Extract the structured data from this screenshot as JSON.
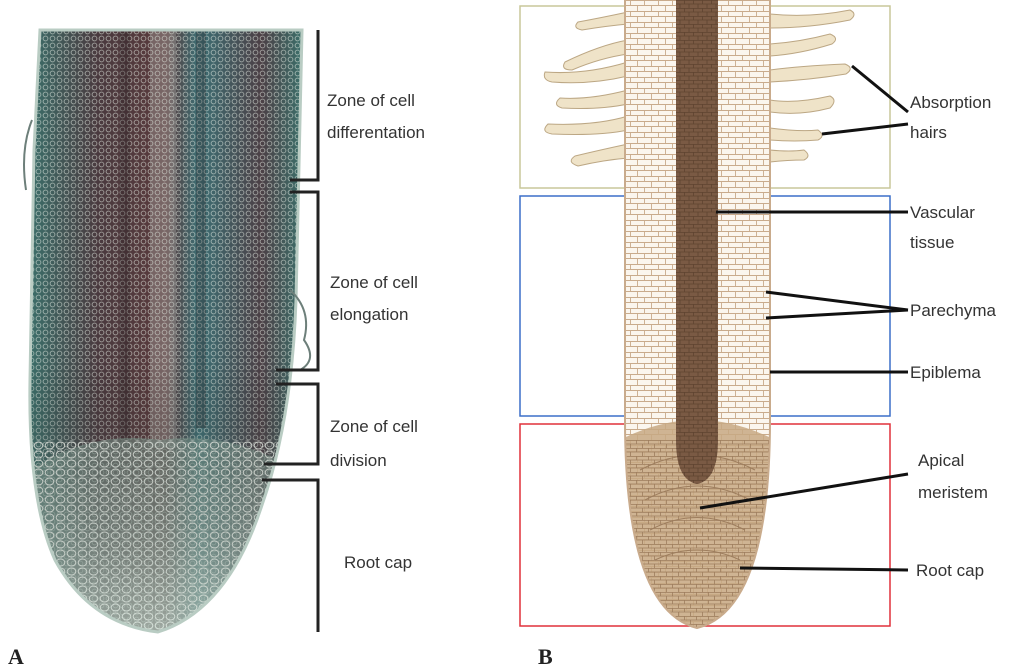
{
  "panel_a": {
    "letter": "A",
    "zones": [
      {
        "line1": "Zone of cell",
        "line2": "differentation"
      },
      {
        "line1": "Zone of cell",
        "line2": "elongation"
      },
      {
        "line1": "Zone of cell",
        "line2": "division"
      },
      {
        "line1": "Root cap",
        "line2": ""
      }
    ]
  },
  "panel_b": {
    "letter": "B",
    "labels": [
      {
        "line1": "Absorption",
        "line2": "hairs"
      },
      {
        "line1": "Vascular",
        "line2": "tissue"
      },
      {
        "line1": "Parechyma",
        "line2": ""
      },
      {
        "line1": "Epiblema",
        "line2": ""
      },
      {
        "line1": "Apical",
        "line2": "meristem"
      },
      {
        "line1": "Root cap",
        "line2": ""
      }
    ]
  },
  "colors": {
    "zone_differentiation_box": "#c9c79a",
    "zone_elongation_box": "#3b6fc9",
    "zone_division_box": "#e0303a",
    "vascular": "#7a5a44",
    "parenchyma_outline": "#c9ab8c",
    "root_cap_fill": "#c7a883",
    "hair_fill": "#efe3c8",
    "micrograph_tissue": "#5a3a3c",
    "micrograph_stain": "#3c6f6a"
  }
}
